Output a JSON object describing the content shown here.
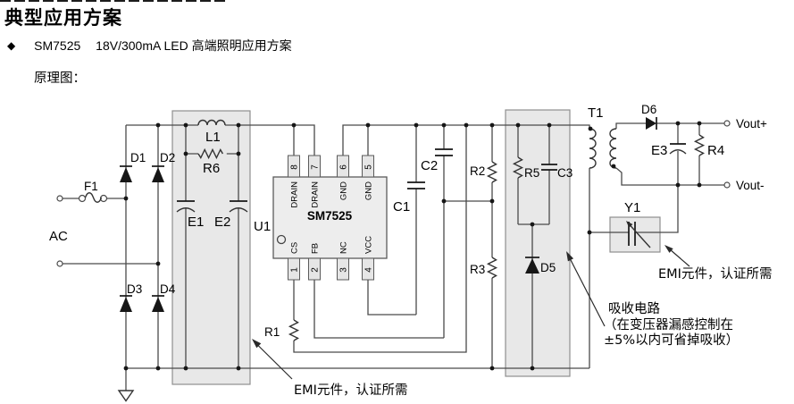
{
  "page": {
    "title": "典型应用方案",
    "bullet_marker": "◆",
    "part_number": "SM7525",
    "application": "18V/300mA LED 高端照明应用方案",
    "schematic_caption": "原理图："
  },
  "ic": {
    "designator": "U1",
    "name": "SM7525",
    "top_pins": [
      {
        "num": "8",
        "name": "DRAIN"
      },
      {
        "num": "7",
        "name": "DRAIN"
      },
      {
        "num": "6",
        "name": "GND"
      },
      {
        "num": "5",
        "name": "GND"
      }
    ],
    "bottom_pins": [
      {
        "num": "1",
        "name": "CS"
      },
      {
        "num": "2",
        "name": "FB"
      },
      {
        "num": "3",
        "name": "NC"
      },
      {
        "num": "4",
        "name": "VCC"
      }
    ]
  },
  "components": {
    "fuse": "F1",
    "source": "AC",
    "bridge": [
      "D1",
      "D2",
      "D3",
      "D4"
    ],
    "bulk_cap1": "E1",
    "bulk_cap2": "E2",
    "inductor": "L1",
    "filter_resistor": "R6",
    "vcc_cap": "C1",
    "fb_cap": "C2",
    "cs_resistor": "R1",
    "divider_top": "R2",
    "divider_bottom": "R3",
    "snubber_resistor": "R5",
    "snubber_cap": "C3",
    "snubber_diode": "D5",
    "transformer": "T1",
    "output_diode": "D6",
    "output_cap": "E3",
    "load_resistor": "R4",
    "y_cap": "Y1",
    "vout_pos": "Vout+",
    "vout_neg": "Vout-"
  },
  "annotations": {
    "emi_bottom": "EMI元件，认证所需",
    "emi_y_cap": "EMI元件，认证所需",
    "snubber_title": "吸收电路",
    "snubber_note_line1": "（在变压器漏感控制在",
    "snubber_note_line2": "±5%以内可省掉吸收）"
  },
  "colors": {
    "wire": "#4a4a4a",
    "block_fill": "#e8e8e8",
    "ic_fill": "#ededed",
    "text": "#000000"
  }
}
